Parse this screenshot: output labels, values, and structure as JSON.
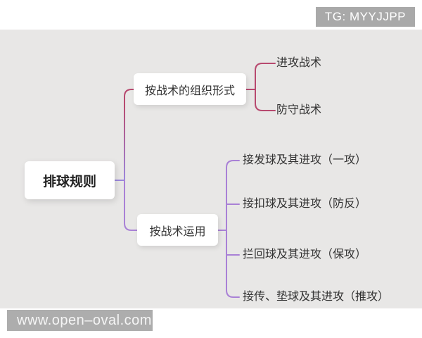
{
  "page": {
    "tg_badge": "TG: MYYJJPP",
    "watermark": "www.open–oval.com"
  },
  "colors": {
    "canvas_bg": "#e8e7e6",
    "badge_bg": "#a9a9a9",
    "watermark_bg": "#adadad",
    "node_bg": "#ffffff",
    "text": "#333333",
    "branch1_line": "#b7496f",
    "branch2_line": "#a981d6",
    "root_stub_line": "#9b87dd"
  },
  "mindmap": {
    "root": {
      "label": "排球规则"
    },
    "branches": [
      {
        "label": "按战术的组织形式",
        "children": [
          {
            "label": "进攻战术"
          },
          {
            "label": "防守战术"
          }
        ]
      },
      {
        "label": "按战术运用",
        "children": [
          {
            "label": "接发球及其进攻（一攻）"
          },
          {
            "label": "接扣球及其进攻（防反）"
          },
          {
            "label": "拦回球及其进攻（保攻）"
          },
          {
            "label": "接传、垫球及其进攻（推攻）"
          }
        ]
      }
    ]
  }
}
